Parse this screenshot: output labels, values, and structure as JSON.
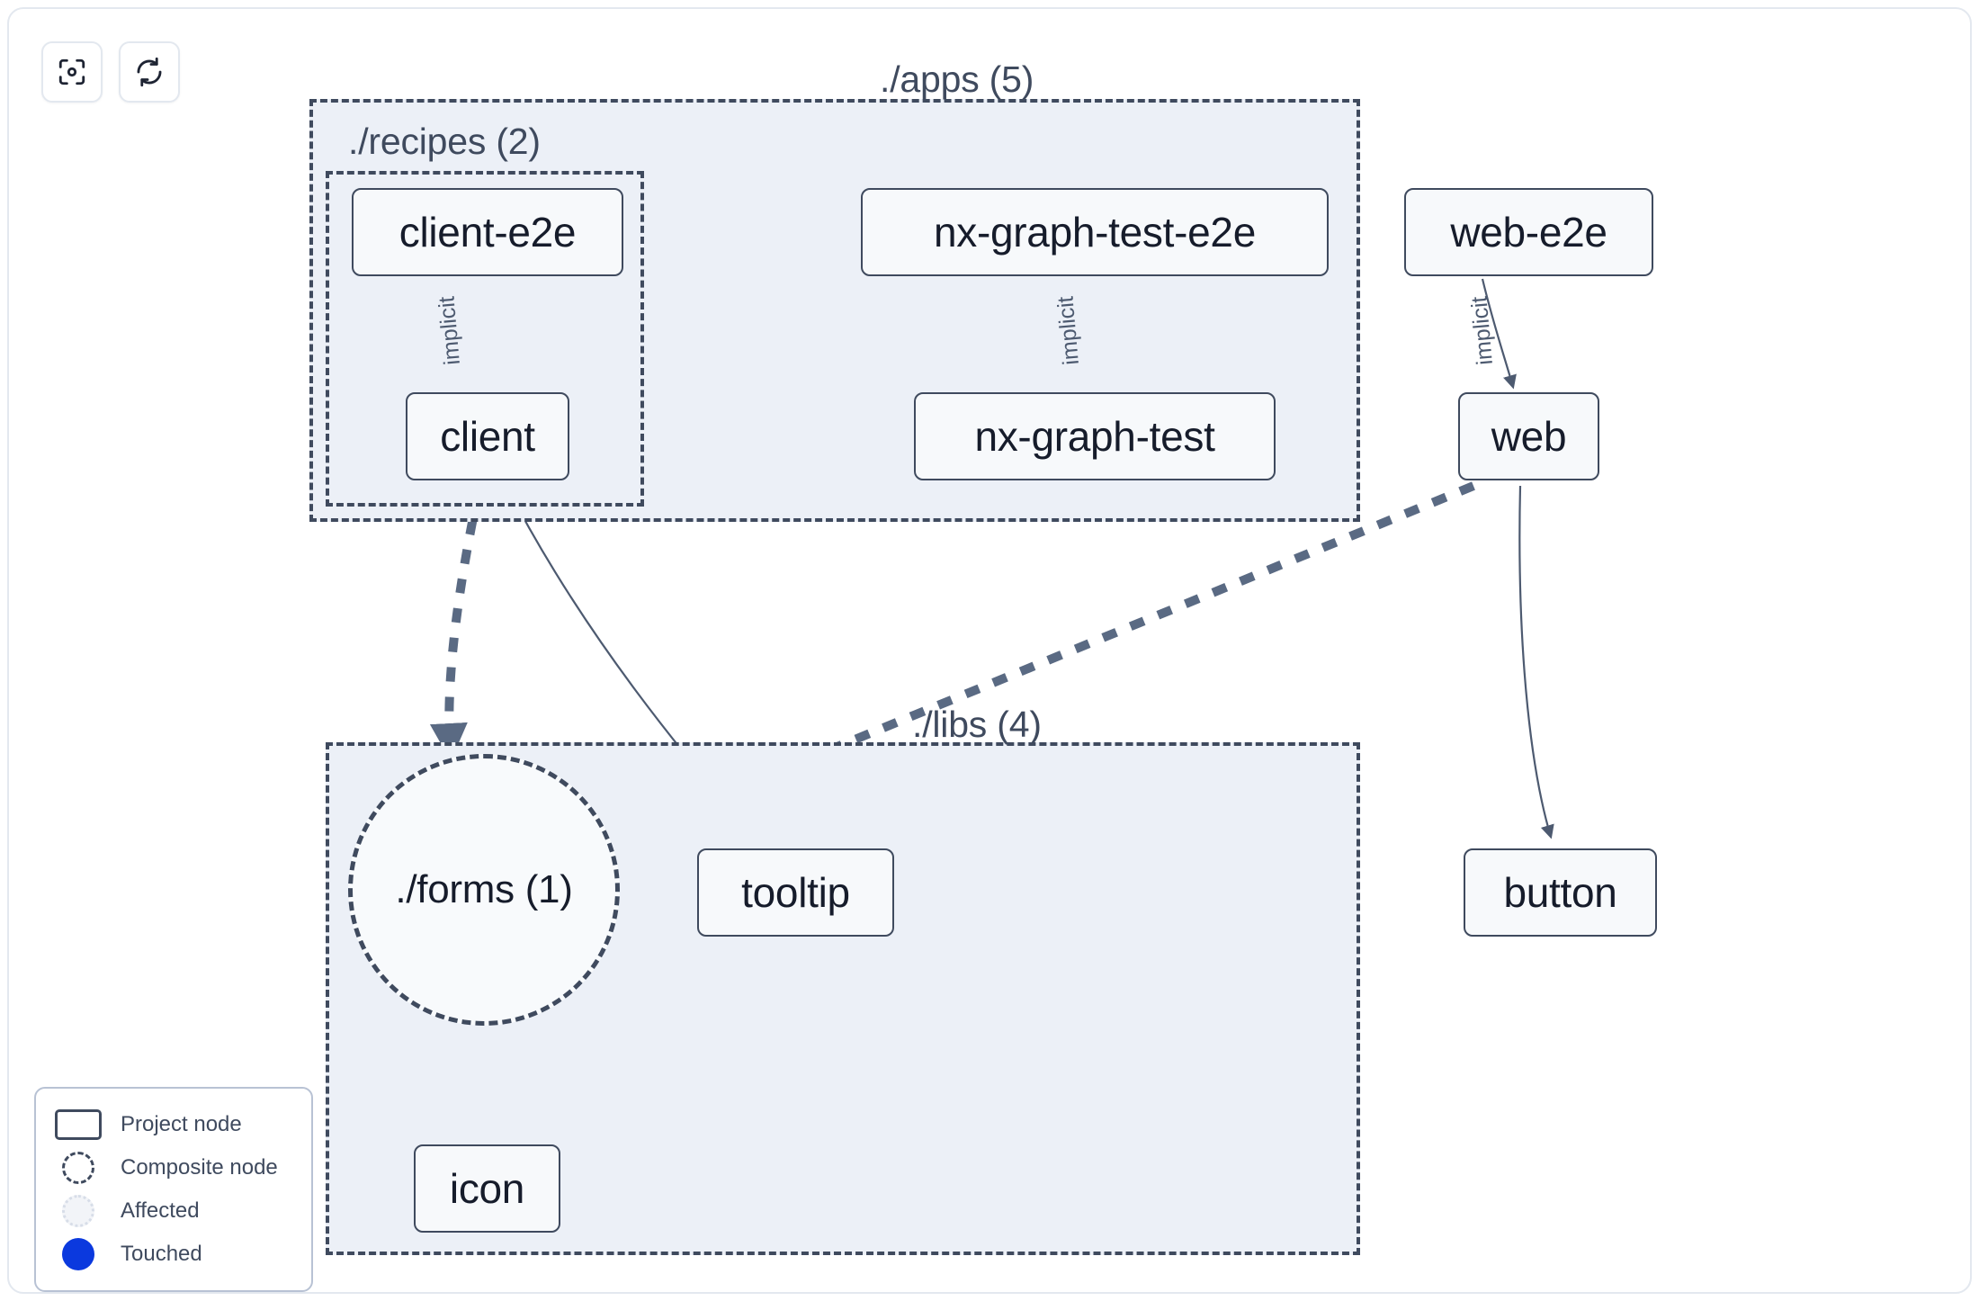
{
  "toolbar": {
    "buttons": [
      {
        "name": "focus-graph-button",
        "icon": "focus-target-icon",
        "label": "Focus graph"
      },
      {
        "name": "refresh-graph-button",
        "icon": "refresh-icon",
        "label": "Refresh graph"
      }
    ]
  },
  "graph": {
    "containers": [
      {
        "id": "apps",
        "label": "./apps (5)",
        "count": 5
      },
      {
        "id": "recipes",
        "label": "./recipes (2)",
        "count": 2
      },
      {
        "id": "libs",
        "label": "./libs (4)",
        "count": 4
      }
    ],
    "nodes": [
      {
        "id": "client-e2e",
        "label": "client-e2e",
        "kind": "project",
        "group": "recipes"
      },
      {
        "id": "client",
        "label": "client",
        "kind": "project",
        "group": "recipes"
      },
      {
        "id": "nx-graph-test-e2e",
        "label": "nx-graph-test-e2e",
        "kind": "project",
        "group": "apps"
      },
      {
        "id": "nx-graph-test",
        "label": "nx-graph-test",
        "kind": "project",
        "group": "apps"
      },
      {
        "id": "web-e2e",
        "label": "web-e2e",
        "kind": "project",
        "group": "apps"
      },
      {
        "id": "web",
        "label": "web",
        "kind": "project",
        "group": "apps"
      },
      {
        "id": "forms",
        "label": "./forms (1)",
        "kind": "composite",
        "group": "libs"
      },
      {
        "id": "tooltip",
        "label": "tooltip",
        "kind": "project",
        "group": "libs"
      },
      {
        "id": "button",
        "label": "button",
        "kind": "project",
        "group": "libs"
      },
      {
        "id": "icon",
        "label": "icon",
        "kind": "project",
        "group": "libs"
      }
    ],
    "edges": [
      {
        "from": "client-e2e",
        "to": "client",
        "label": "implicit",
        "style": "solid"
      },
      {
        "from": "nx-graph-test-e2e",
        "to": "nx-graph-test",
        "label": "implicit",
        "style": "solid"
      },
      {
        "from": "web-e2e",
        "to": "web",
        "label": "implicit",
        "style": "solid"
      },
      {
        "from": "client",
        "to": "forms",
        "label": "",
        "style": "dashed"
      },
      {
        "from": "client",
        "to": "tooltip",
        "label": "",
        "style": "solid"
      },
      {
        "from": "web",
        "to": "forms",
        "label": "",
        "style": "dashed"
      },
      {
        "from": "web",
        "to": "button",
        "label": "",
        "style": "solid"
      },
      {
        "from": "forms",
        "to": "icon",
        "label": "",
        "style": "dashed"
      }
    ]
  },
  "legend": {
    "items": [
      {
        "id": "project-node",
        "label": "Project node",
        "swatch": "rect"
      },
      {
        "id": "composite-node",
        "label": "Composite node",
        "swatch": "dashed-circle"
      },
      {
        "id": "affected",
        "label": "Affected",
        "swatch": "affected-circle"
      },
      {
        "id": "touched",
        "label": "Touched",
        "swatch": "filled-circle"
      }
    ]
  },
  "colors": {
    "node_border": "#3f4a5e",
    "node_fill": "#f7f9fb",
    "node_text": "#161c2b",
    "container_fill": "#ecf0f7",
    "container_border": "#3f4a5e",
    "edge": "#4d5a70",
    "edge_dashed": "#5a6a83",
    "touched": "#0b39de",
    "panel_border": "#e3e8ef",
    "background": "#ffffff"
  }
}
